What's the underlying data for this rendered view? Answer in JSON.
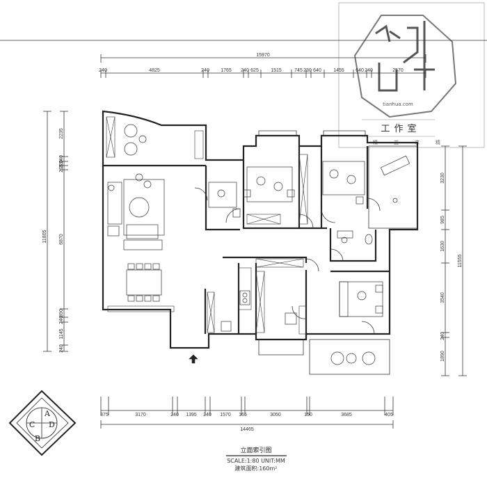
{
  "watermark": {
    "site": "tianhua.com",
    "studio": "工作室",
    "motto": [
      "精",
      "益",
      "求",
      "精"
    ]
  },
  "dimensions": {
    "top_total": "15970",
    "top_segments": [
      "240",
      "4825",
      "240",
      "1765",
      "240",
      "625",
      "1515",
      "745",
      "230",
      "640",
      "1455",
      "640",
      "240",
      "2570"
    ],
    "bottom_total": "14465",
    "bottom_segments": [
      "375",
      "3170",
      "240",
      "1395",
      "240",
      "1570",
      "165",
      "3050",
      "150",
      "3685",
      "405"
    ],
    "left_total": "11805",
    "left_segments": [
      "2235",
      "240",
      "220",
      "215",
      "6870",
      "390",
      "240",
      "1145",
      "240"
    ],
    "right_total": "11555",
    "right_segments": [
      "3230",
      "985",
      "1630",
      "3540",
      "240",
      "1890"
    ]
  },
  "index_symbol": {
    "labels": [
      "A",
      "B",
      "C",
      "D"
    ]
  },
  "title_block": {
    "title": "立面索引图",
    "scale_line": "SCALE:1:80   UNIT:MM",
    "area_line": "建筑面积:160m²"
  }
}
